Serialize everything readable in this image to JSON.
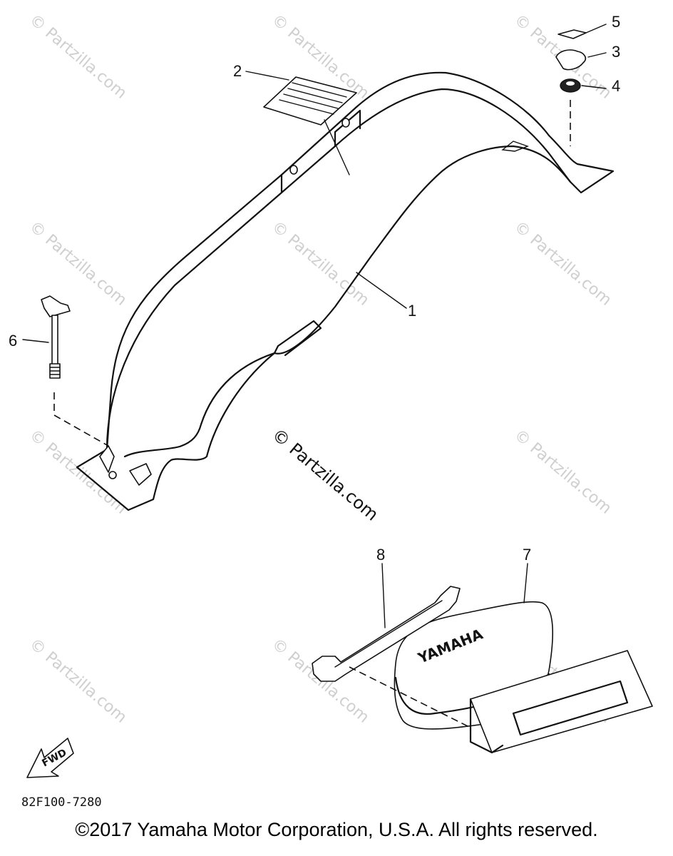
{
  "watermark": {
    "text": "© Partzilla.com",
    "main_text": "© Partzilla.com"
  },
  "callouts": {
    "c1": "1",
    "c2": "2",
    "c3": "3",
    "c4": "4",
    "c5": "5",
    "c6": "6",
    "c7": "7",
    "c8": "8"
  },
  "fwd_label": "FWD",
  "battery_label": "YAMAHA",
  "diagram_code": "82F100-7280",
  "copyright": "©2017  Yamaha Motor Corporation, U.S.A. All rights reserved."
}
